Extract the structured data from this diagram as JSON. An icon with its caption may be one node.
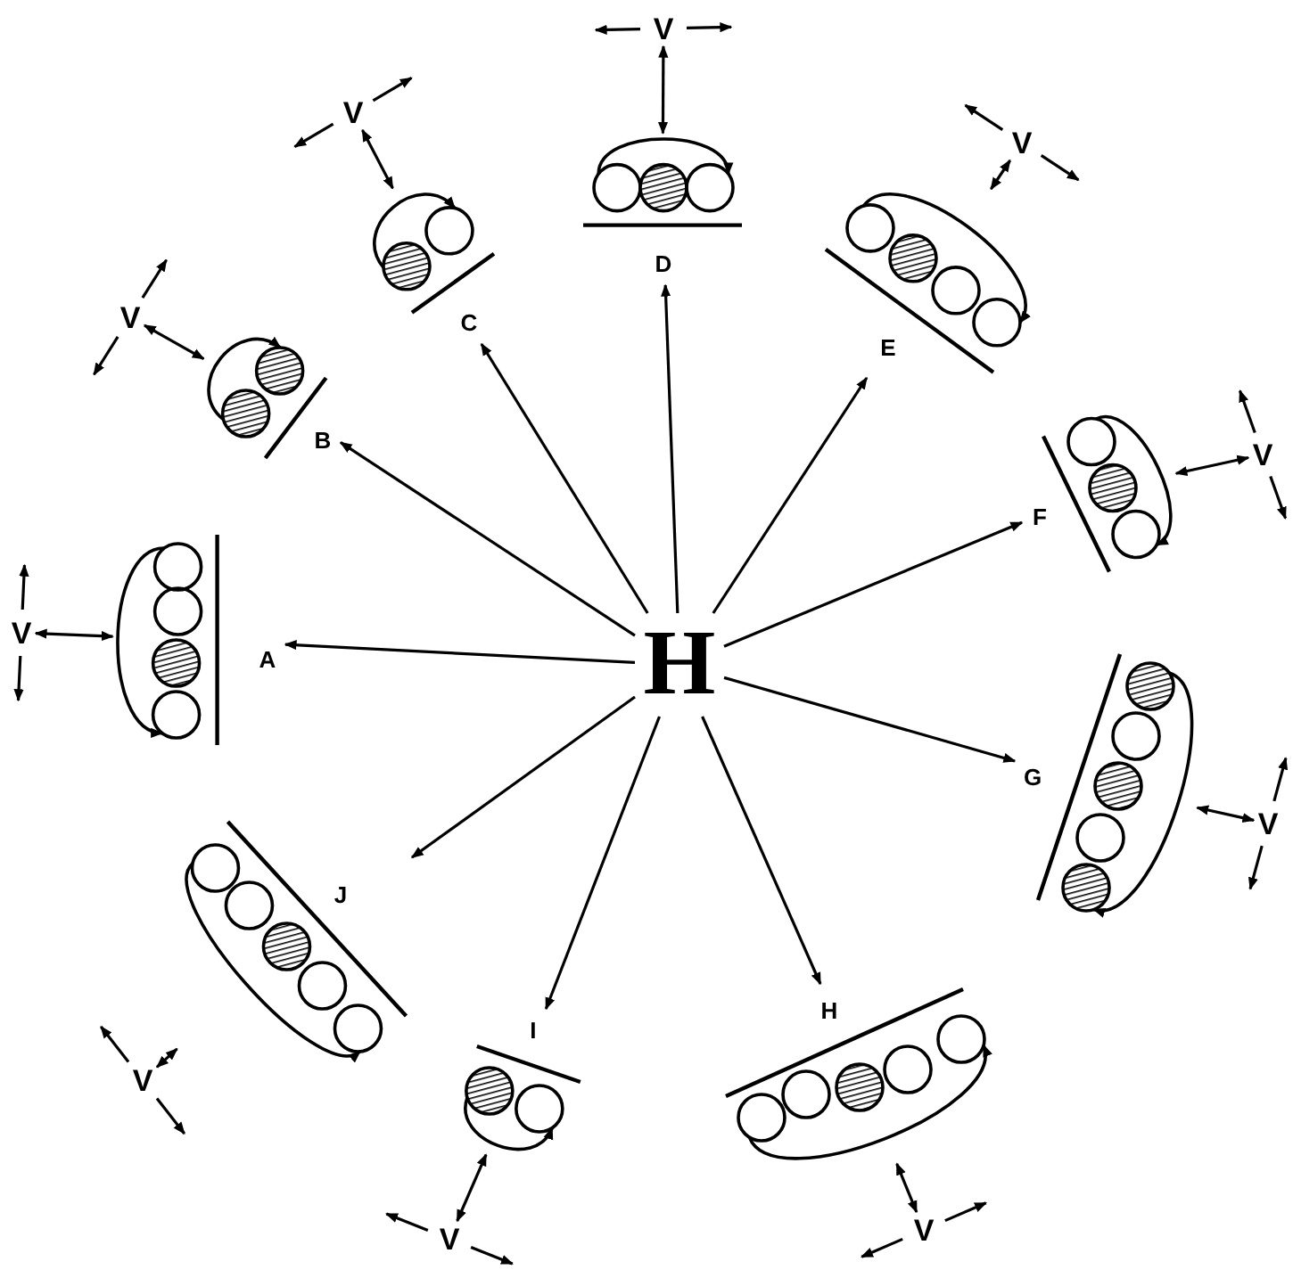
{
  "diagram": {
    "nodes": [
      {
        "text": [
          "H"
        ]
      },
      {
        "text": [
          "A"
        ]
      },
      {
        "text": [
          "B"
        ]
      },
      {
        "text": [
          "C"
        ]
      },
      {
        "text": [
          "D"
        ]
      },
      {
        "text": [
          "E"
        ]
      },
      {
        "text": [
          "F"
        ]
      },
      {
        "text": [
          "G"
        ]
      },
      {
        "text": [
          "H"
        ]
      },
      {
        "text": [
          "I"
        ]
      },
      {
        "text": [
          "J"
        ]
      },
      {
        "text": [
          "V"
        ]
      },
      {
        "text": [
          "V"
        ]
      },
      {
        "text": [
          "V"
        ]
      },
      {
        "text": [
          "V"
        ]
      },
      {
        "text": [
          "V"
        ]
      },
      {
        "text": [
          "V"
        ]
      },
      {
        "text": [
          "V"
        ]
      },
      {
        "text": [
          "V"
        ]
      },
      {
        "text": [
          "V"
        ]
      },
      {
        "text": [
          "V"
        ]
      }
    ],
    "edges": [
      {
        "from": 0,
        "to": 1,
        "arrow": "to"
      },
      {
        "from": 0,
        "to": 2,
        "arrow": "to"
      },
      {
        "from": 0,
        "to": 3,
        "arrow": "to"
      },
      {
        "from": 0,
        "to": 4,
        "arrow": "to"
      },
      {
        "from": 0,
        "to": 5,
        "arrow": "to"
      },
      {
        "from": 0,
        "to": 6,
        "arrow": "to"
      },
      {
        "from": 0,
        "to": 7,
        "arrow": "to"
      },
      {
        "from": 0,
        "to": 8,
        "arrow": "to"
      },
      {
        "from": 0,
        "to": 9,
        "arrow": "to"
      },
      {
        "from": 0,
        "to": 10,
        "arrow": "to"
      },
      {
        "from": 11,
        "to": 1,
        "arrow": "both"
      },
      {
        "from": 12,
        "to": 2,
        "arrow": "both"
      },
      {
        "from": 13,
        "to": 3,
        "arrow": "both"
      },
      {
        "from": 14,
        "to": 4,
        "arrow": "both"
      },
      {
        "from": 15,
        "to": 5,
        "arrow": "both"
      },
      {
        "from": 16,
        "to": 6,
        "arrow": "both"
      },
      {
        "from": 17,
        "to": 7,
        "arrow": "both"
      },
      {
        "from": 18,
        "to": 8,
        "arrow": "both"
      },
      {
        "from": 19,
        "to": 9,
        "arrow": "both"
      },
      {
        "from": 20,
        "to": 10,
        "arrow": "both"
      }
    ]
  }
}
